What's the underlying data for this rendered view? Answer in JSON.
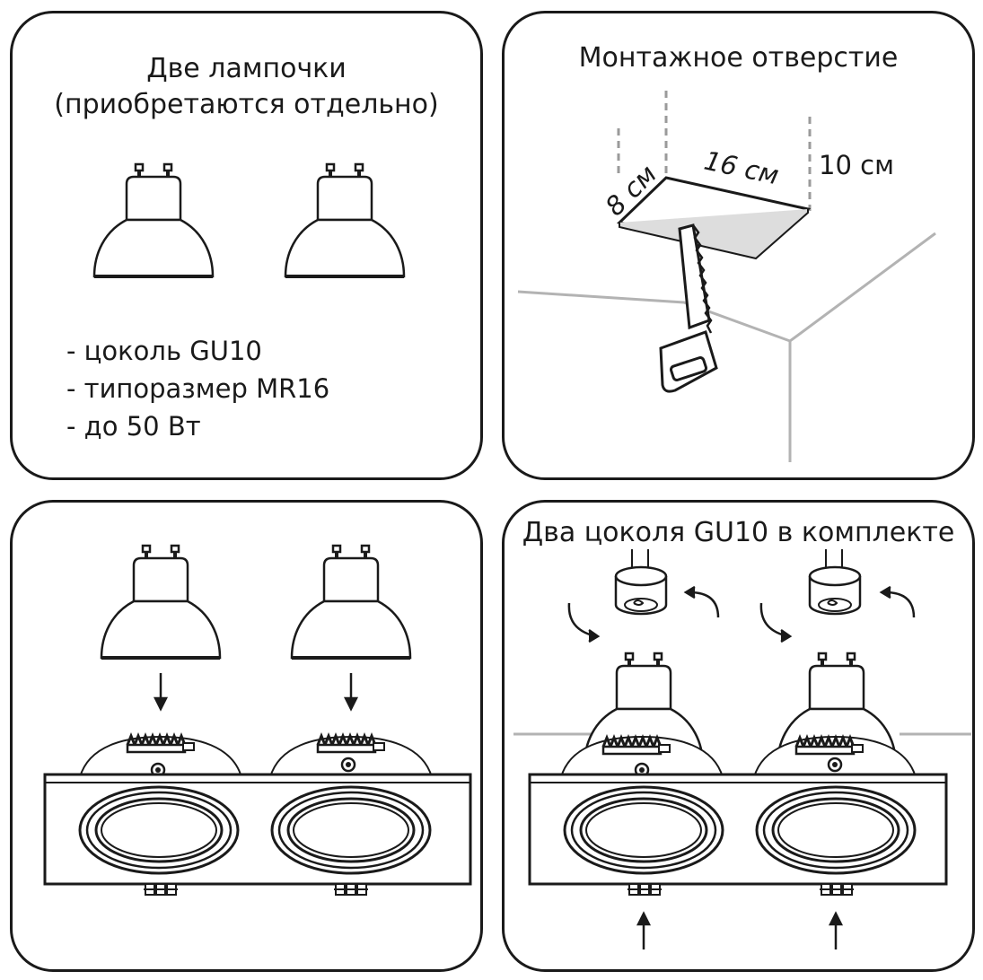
{
  "panel_bulbs": {
    "title_line1": "Две лампочки",
    "title_line2": "(приобретаются отдельно)",
    "specs": [
      "- цоколь GU10",
      "- типоразмер MR16",
      "- до 50 Вт"
    ]
  },
  "panel_hole": {
    "title": "Монтажное отверстие",
    "width_label": "16 см",
    "depth_label": "8 см",
    "height_label": "10 см"
  },
  "panel_kit": {
    "title": "Два цоколя GU10 в комплекте"
  },
  "colors": {
    "line": "#1a1a1a",
    "wall": "#b3b3b3",
    "guide": "#9a9a9a"
  }
}
